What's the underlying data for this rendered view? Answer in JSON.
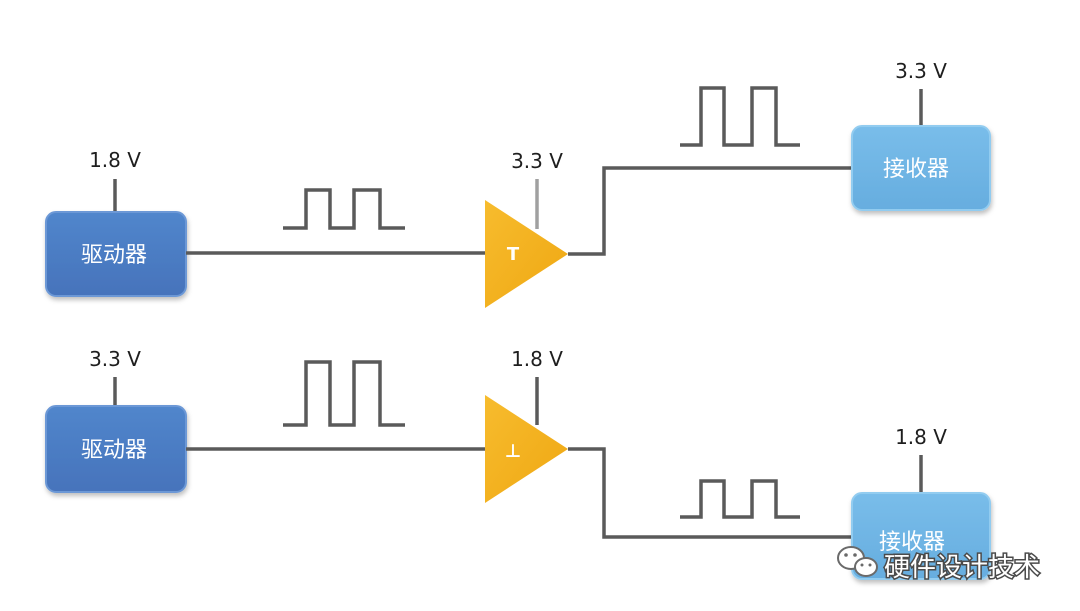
{
  "rows": [
    {
      "driver": {
        "label": "驱动器",
        "supply": "1.8 V"
      },
      "translator": {
        "symbol": "T",
        "supply": "3.3 V"
      },
      "receiver": {
        "label": "接收器",
        "supply": "3.3 V"
      }
    },
    {
      "driver": {
        "label": "驱动器",
        "supply": "3.3 V"
      },
      "translator": {
        "symbol": "⊥",
        "supply": "1.8 V"
      },
      "receiver": {
        "label": "接收器",
        "supply": "1.8 V"
      }
    }
  ],
  "watermark": {
    "text": "硬件设计技术",
    "icon": "wechat-icon"
  },
  "colors": {
    "driver": "#4B7CC3",
    "receiver": "#70B6E5",
    "translator": "#F4B120",
    "wire": "#5A5A5A"
  }
}
